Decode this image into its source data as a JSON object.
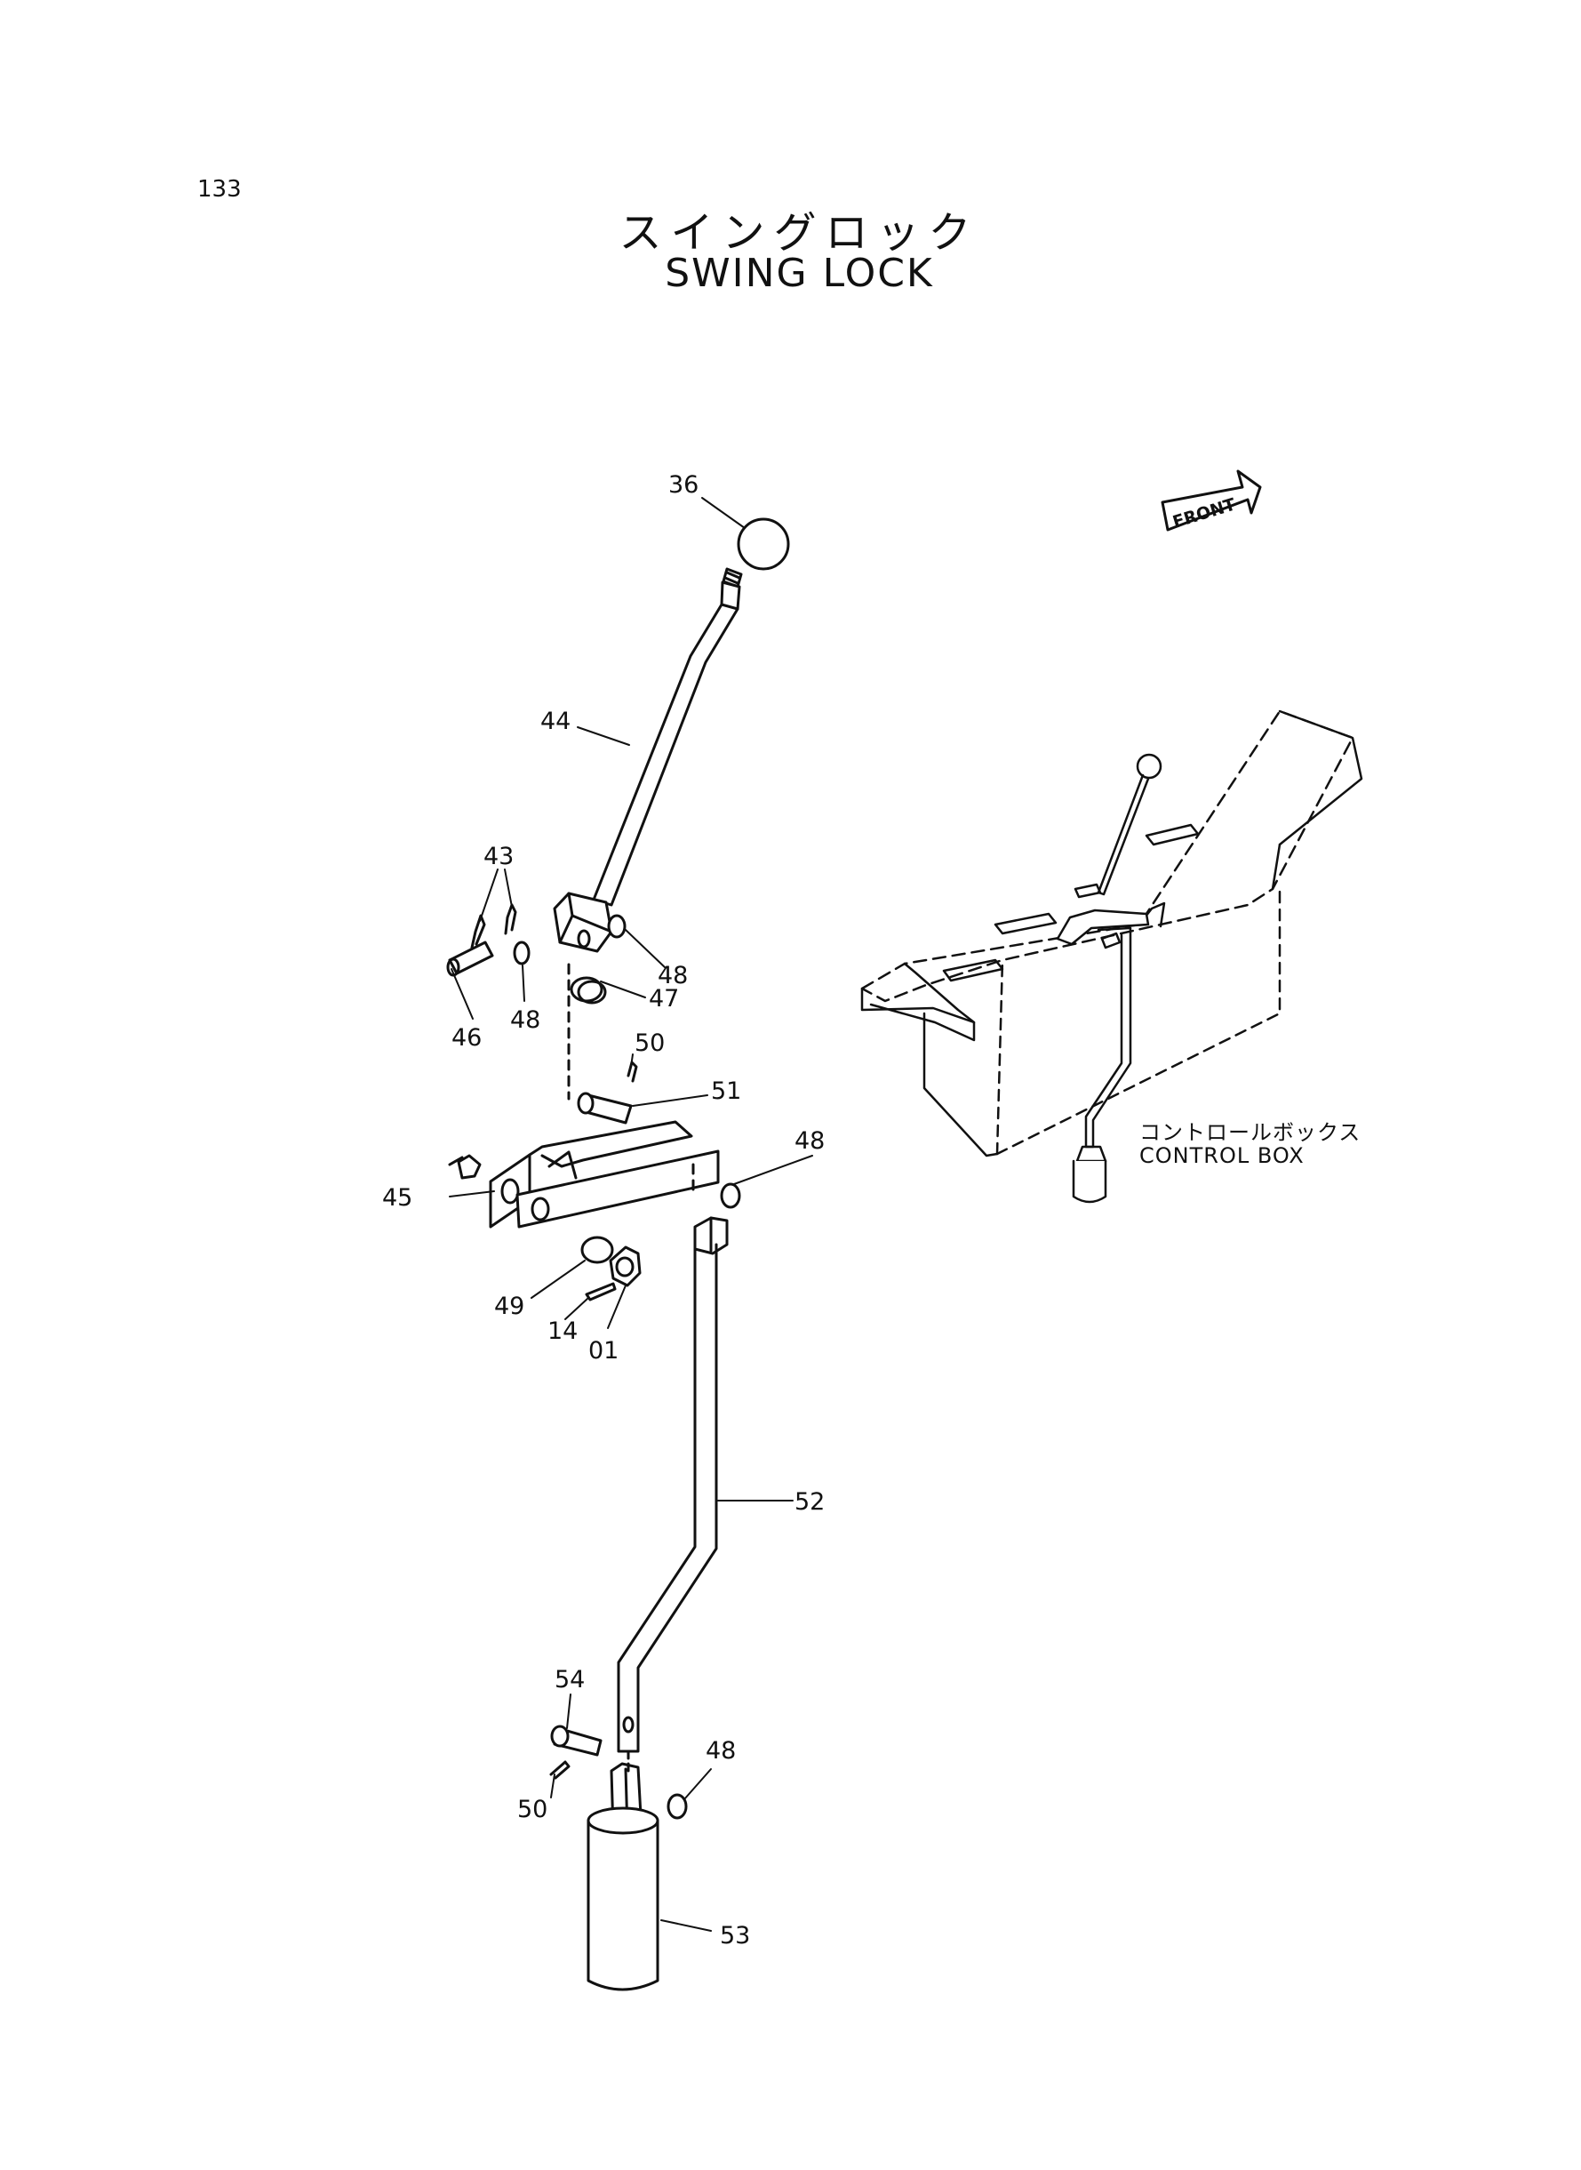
{
  "page": {
    "number": "133"
  },
  "title": {
    "jp": "スイングロック",
    "en": "SWING LOCK"
  },
  "orientation": {
    "label": "FRONT",
    "icon": "front-arrow-icon"
  },
  "control_box": {
    "label_jp": "コントロールボックス",
    "label_en": "CONTROL BOX"
  },
  "callouts": {
    "c36": "36",
    "c44": "44",
    "c43": "43",
    "c46": "46",
    "c48a": "48",
    "c48b": "48",
    "c48c": "48",
    "c48d": "48",
    "c47": "47",
    "c50a": "50",
    "c51": "51",
    "c45": "45",
    "c49": "49",
    "c14": "14",
    "c01": "01",
    "c52": "52",
    "c54": "54",
    "c50b": "50",
    "c53": "53"
  }
}
